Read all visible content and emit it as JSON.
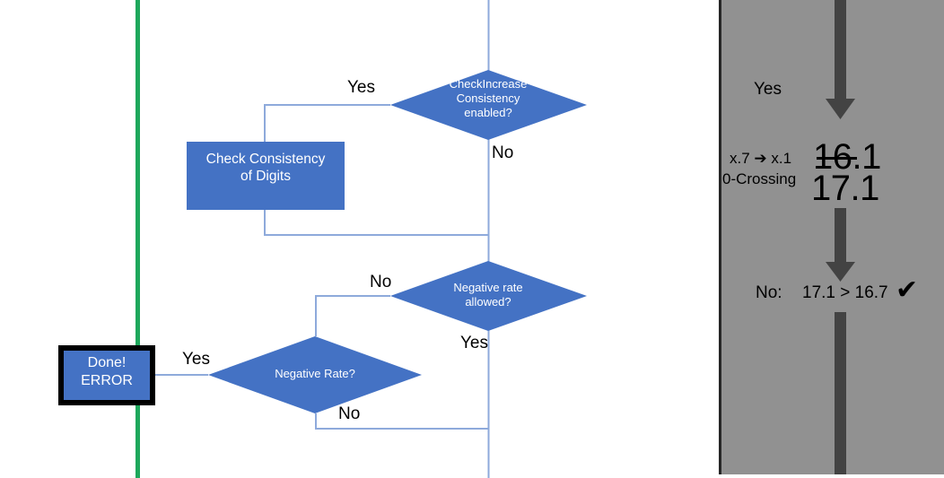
{
  "slide": {
    "background_color": "#FFFFFF",
    "accent_color": "#4472C4",
    "green_line_color": "#1EA85C",
    "panel_background_color": "#919191",
    "arrow_color": "#434343"
  },
  "flowchart": {
    "nodes": [
      {
        "id": "check-increase-consistency",
        "type": "decision",
        "text": "CheckIncrease\nConsistency\nenabled?"
      },
      {
        "id": "check-consistency-of-digits",
        "type": "process",
        "text": "Check Consistency\nof Digits"
      },
      {
        "id": "negative-rate-allowed",
        "type": "decision",
        "text": "Negative rate\nallowed?"
      },
      {
        "id": "negative-rate",
        "type": "decision",
        "text": "Negative Rate?"
      },
      {
        "id": "done-error",
        "type": "terminator",
        "text": "Done!\nERROR"
      }
    ],
    "edge_labels": {
      "check_increase_yes": "Yes",
      "check_increase_no": "No",
      "negative_rate_allowed_no": "No",
      "negative_rate_allowed_yes": "Yes",
      "negative_rate_no": "No",
      "done_error_yes": "Yes"
    }
  },
  "panel": {
    "yes_label": "Yes",
    "rounding_label": "x.7 ➔ x.1",
    "zero_crossing_label": "0-Crossing",
    "value_struck": "16.1",
    "value_current": "17.1",
    "comparison_prefix": "No:",
    "comparison": "17.1 > 16.7",
    "check_mark": "✔"
  }
}
